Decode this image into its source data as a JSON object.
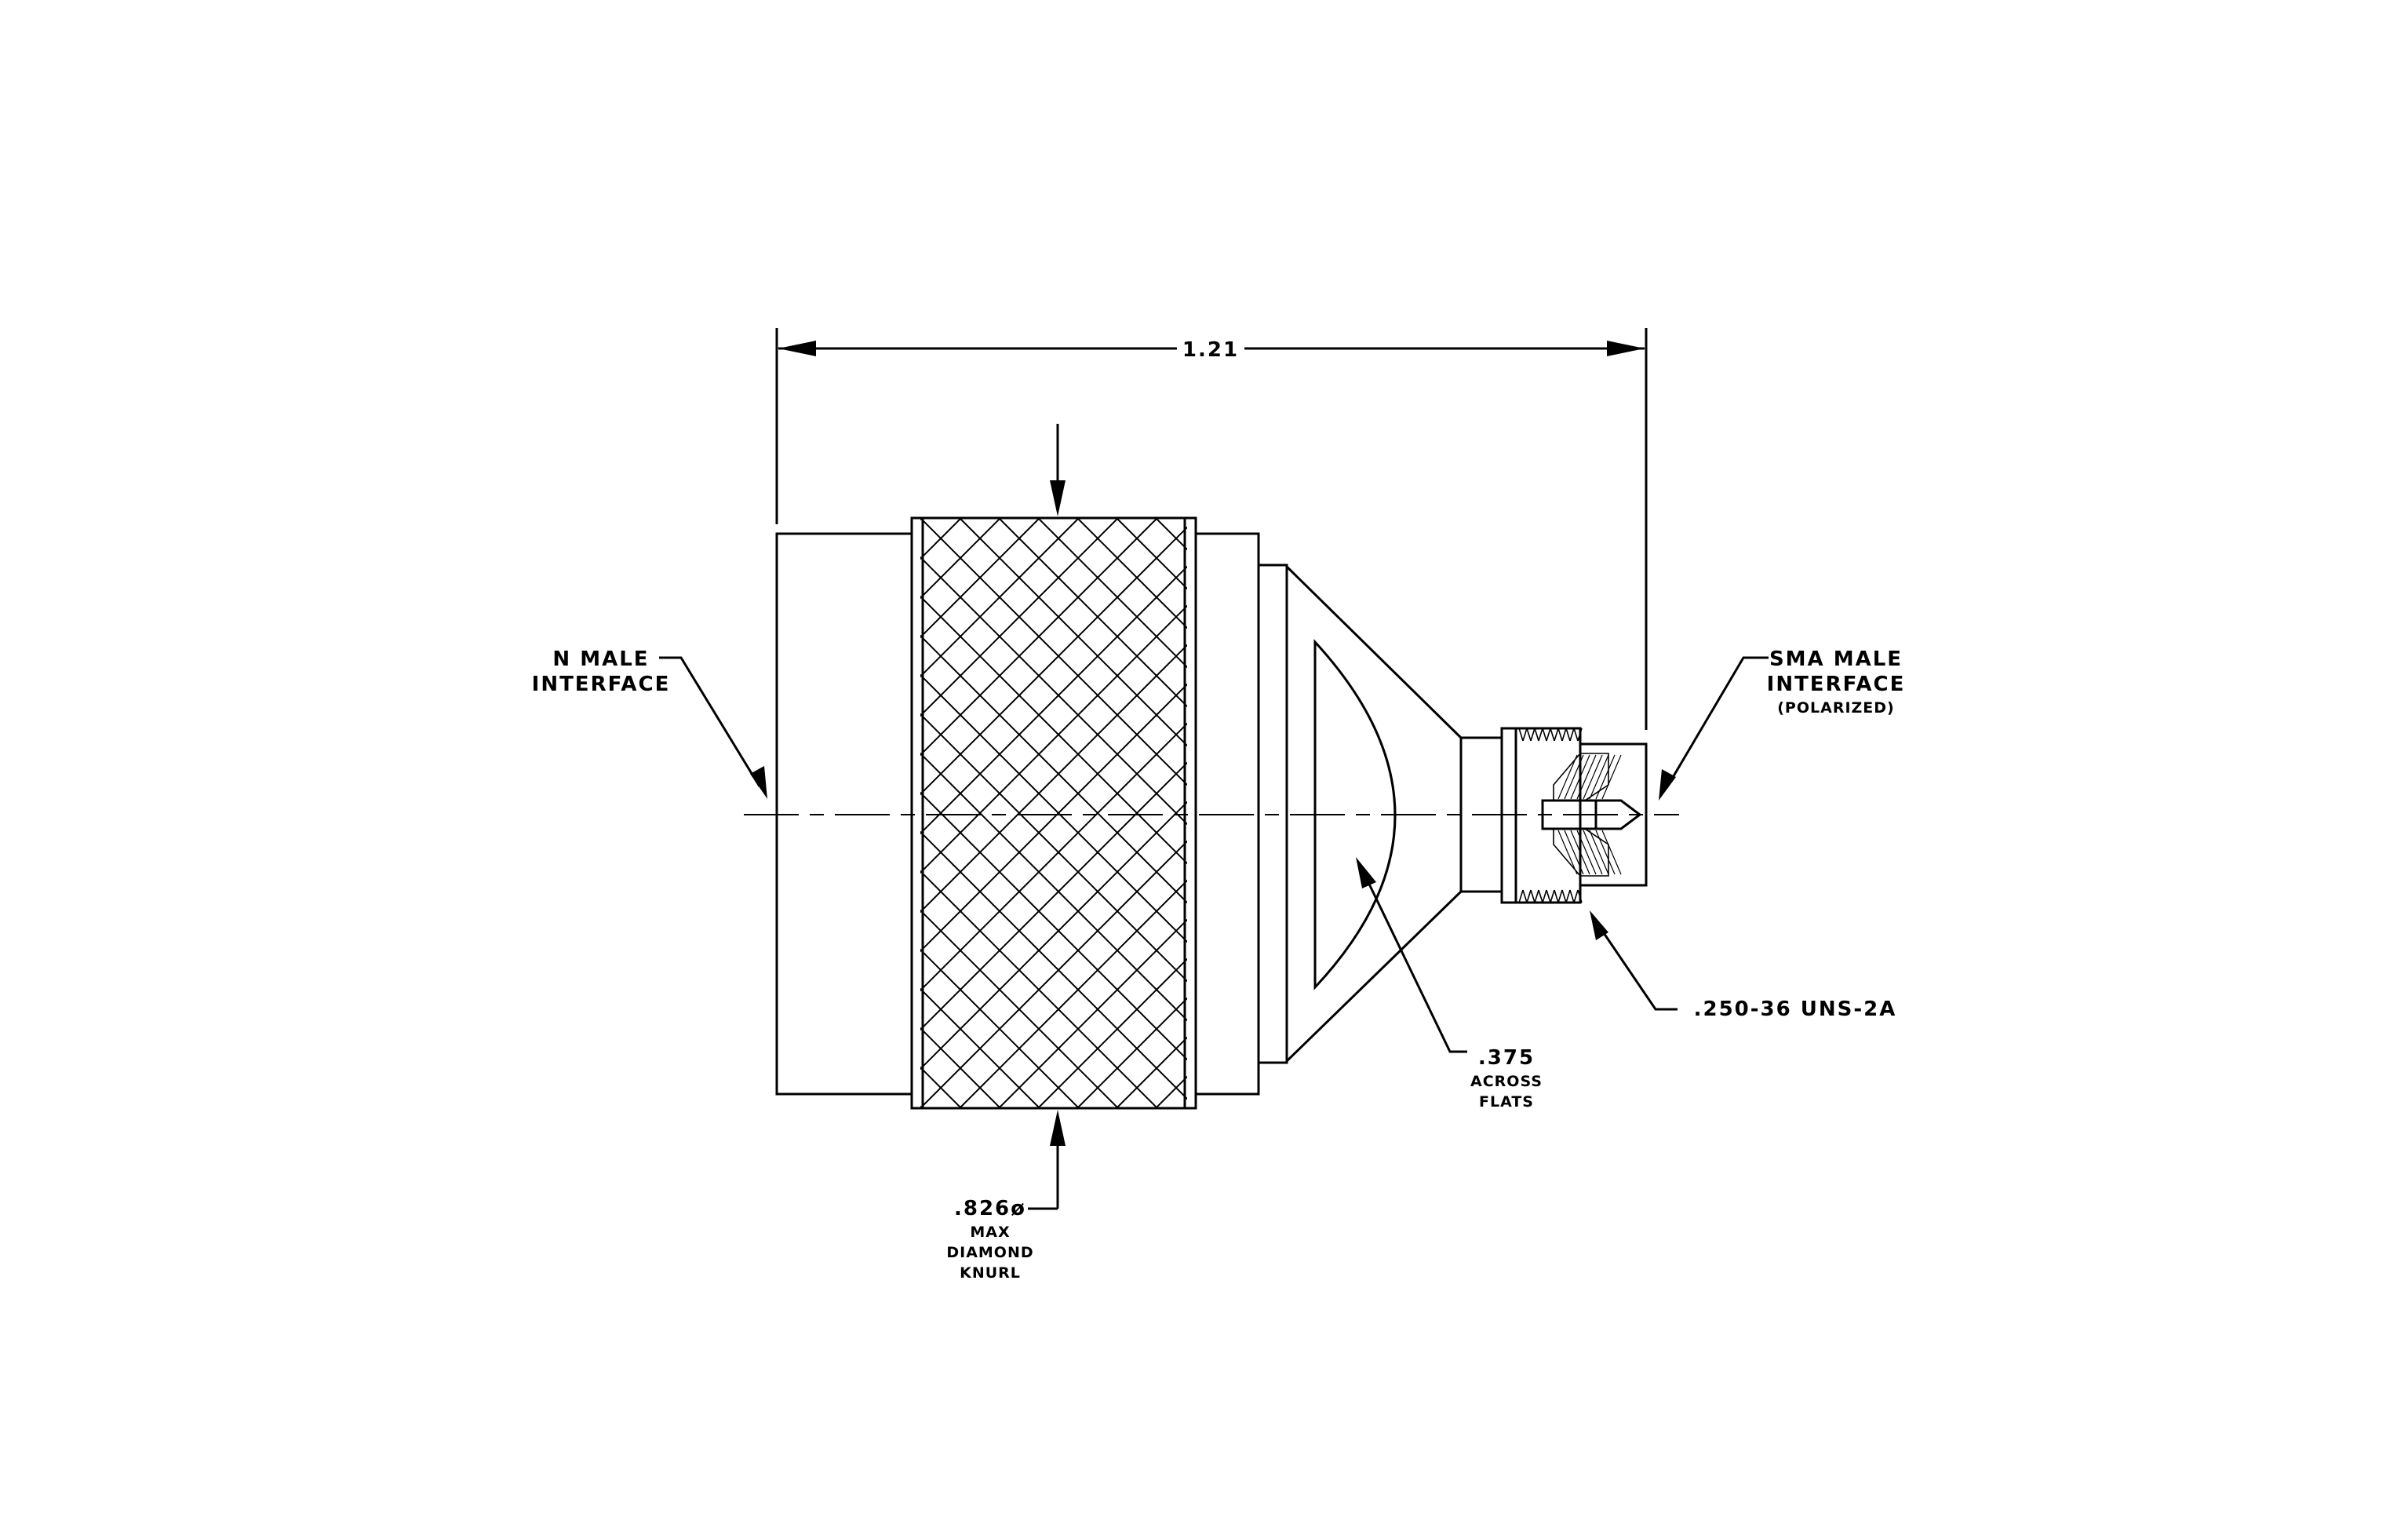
{
  "labels": {
    "overall_length": "1.21",
    "n_male_line1": "N MALE",
    "n_male_line2": "INTERFACE",
    "sma_male_line1": "SMA MALE",
    "sma_male_line2": "INTERFACE",
    "sma_male_line3": "(POLARIZED)",
    "thread": ".250-36 UNS-2A",
    "hex_value": ".375",
    "hex_line2": "ACROSS",
    "hex_line3": "FLATS",
    "knurl_value": ".826ø",
    "knurl_line2": "MAX",
    "knurl_line3": "DIAMOND",
    "knurl_line4": "KNURL"
  }
}
